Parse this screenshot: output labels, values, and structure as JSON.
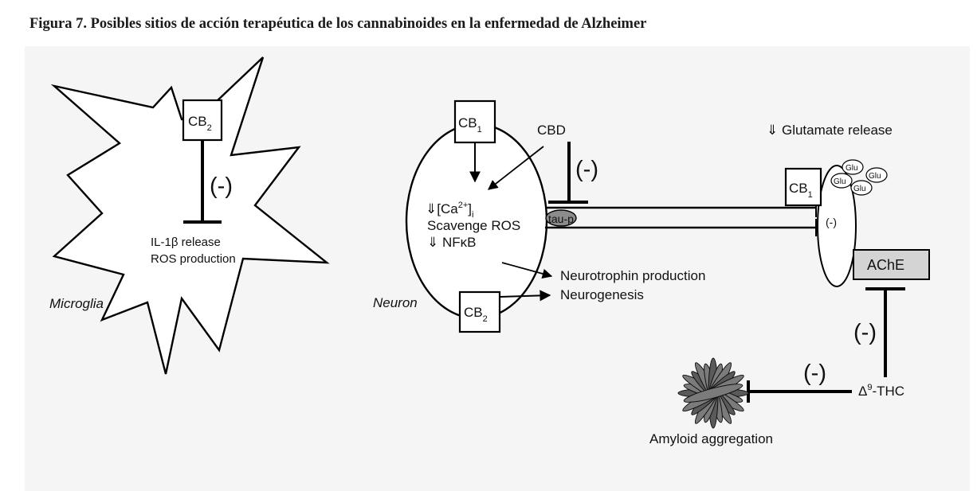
{
  "figure": {
    "caption": "Figura 7. Posibles sitios de acción terapéutica de los cannabinoides en la enfermedad de Alzheimer",
    "microglia": {
      "label": "Microglia",
      "receptor": "CB",
      "receptor_sub": "2",
      "inhibition": "(-)",
      "targets": [
        "IL-1β release",
        "ROS production"
      ]
    },
    "neuron": {
      "label": "Neuron",
      "receptor_top": "CB",
      "receptor_top_sub": "1",
      "receptor_bottom": "CB",
      "receptor_bottom_sub": "2",
      "calcium_prefix": "⇓[Ca",
      "calcium_sup": "2+",
      "calcium_close": "]",
      "calcium_sub": "i",
      "scavenge": "Scavenge ROS",
      "nfkb": "⇓ NFκB",
      "cbd": "CBD",
      "cbd_inhibition": "(-)",
      "tau": "tau-p",
      "neurotrophin": "Neurotrophin production",
      "neurogenesis": "Neurogenesis"
    },
    "synapse": {
      "glutamate": "⇓ Glutamate release",
      "receptor": "CB",
      "receptor_sub": "1",
      "inhibition": "(-)",
      "glu_labels": [
        "Glu",
        "Glu",
        "Glu",
        "Glu"
      ]
    },
    "thc": {
      "ache": "AChE",
      "ache_inhibition": "(-)",
      "amyloid_inhibition": "(-)",
      "thc_label_prefix": "Δ",
      "thc_label_sup": "9",
      "thc_label_suffix": "-THC",
      "amyloid": "Amyloid aggregation"
    }
  }
}
